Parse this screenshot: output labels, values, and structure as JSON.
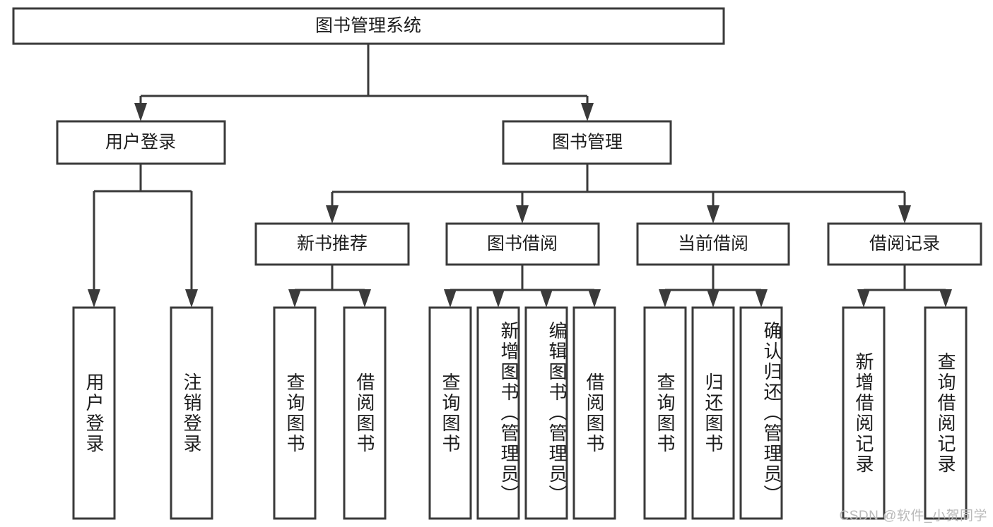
{
  "diagram": {
    "title": "图书管理系统",
    "type": "hierarchy-tree",
    "watermark": "CSDN @软件_小贺同学",
    "colors": {
      "box_stroke": "#3a3a3a",
      "box_fill": "#ffffff",
      "text": "#1c1c1c",
      "background": "#ffffff",
      "watermark": "#b9b9b9"
    },
    "root": {
      "label": "图书管理系统"
    },
    "level2": [
      {
        "label": "用户登录"
      },
      {
        "label": "图书管理"
      }
    ],
    "level3": [
      {
        "label": "新书推荐"
      },
      {
        "label": "图书借阅"
      },
      {
        "label": "当前借阅"
      },
      {
        "label": "借阅记录"
      }
    ],
    "leaves": {
      "user_login": [
        {
          "label": "用户登录"
        },
        {
          "label": "注销登录"
        }
      ],
      "new_book_recommend": [
        {
          "label": "查询图书"
        },
        {
          "label": "借阅图书"
        }
      ],
      "book_borrow": [
        {
          "label": "查询图书"
        },
        {
          "label": "新增图书（管理员）"
        },
        {
          "label": "编辑图书（管理员）"
        },
        {
          "label": "借阅图书"
        }
      ],
      "current_borrow": [
        {
          "label": "查询图书"
        },
        {
          "label": "归还图书"
        },
        {
          "label": "确认归还（管理员）"
        }
      ],
      "borrow_record": [
        {
          "label": "新增借阅记录"
        },
        {
          "label": "查询借阅记录"
        }
      ]
    }
  }
}
